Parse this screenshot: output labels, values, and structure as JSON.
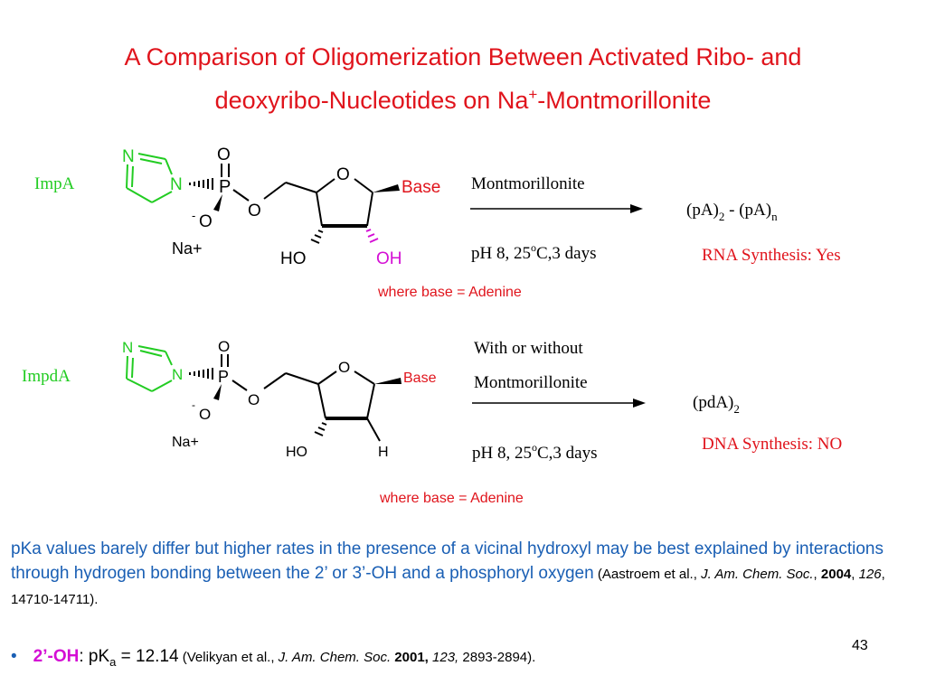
{
  "slide": {
    "title_line1": "A Comparison of Oligomerization Between Activated Ribo- and",
    "title_line2_pre": "deoxyribo-Nucleotides on Na",
    "title_sup": "+",
    "title_line2_post": "-Montmorillonite",
    "page_number": "43"
  },
  "reaction1": {
    "name": "ImpA",
    "atom_N_top": "N",
    "atom_N_ring": "N",
    "atom_O_double": "O",
    "atom_P": "P",
    "atom_O_minus": "O",
    "minus": "-",
    "atom_O_link": "O",
    "atom_O_ring": "O",
    "base": "Base",
    "counterion": "Na+",
    "ho": "HO",
    "oh": "OH",
    "arrow_top": "Montmorillonite",
    "arrow_bottom_pre": "pH 8, 25",
    "arrow_bottom_sup": "o",
    "arrow_bottom_post": "C,3 days",
    "product_pre": "(pA)",
    "product_sub1": "2",
    "product_mid": " - (pA)",
    "product_sub2": "n",
    "result": "RNA Synthesis: Yes",
    "base_note": "where base = Adenine"
  },
  "reaction2": {
    "name": "ImpdA",
    "atom_N_top": "N",
    "atom_N_ring": "N",
    "atom_O_double": "O",
    "atom_P": "P",
    "atom_O_minus": "O",
    "minus": "-",
    "atom_O_link": "O",
    "atom_O_ring": "O",
    "base": "Base",
    "counterion": "Na+",
    "ho": "HO",
    "h": "H",
    "arrow_top1": "With or without",
    "arrow_top2": "Montmorillonite",
    "arrow_bottom_pre": "pH 8, 25",
    "arrow_bottom_sup": "o",
    "arrow_bottom_post": "C,3 days",
    "product_pre": "(pdA)",
    "product_sub": "2",
    "result": "DNA Synthesis: NO",
    "base_note": "where base = Adenine"
  },
  "paragraph": {
    "text": "pKa values barely differ but higher rates  in the presence of a vicinal hydroxyl may be best explained by interactions through hydrogen bonding between the 2’ or 3’-OH and a phosphoryl oxygen",
    "cite_open": " (Aastroem et al., ",
    "journal": "J. Am. Chem. Soc.",
    "sep1": ", ",
    "year": "2004",
    "sep2": ", ",
    "volume": "126",
    "pages": ", 14710-14711)."
  },
  "bullet": {
    "dot": "•",
    "oh": "2’-OH",
    "colon": ": pK",
    "sub": "a",
    "value": " = 12.14",
    "cite_open": " (Velikyan et al., ",
    "journal": "J. Am. Chem. Soc.",
    "year": " 2001,",
    "volume": " 123,",
    "pages": " 2893-2894)."
  },
  "colors": {
    "title": "#e0141c",
    "green": "#22cc22",
    "magenta": "#d40fd4",
    "red": "#e0141c",
    "blue": "#1a5fb4"
  }
}
